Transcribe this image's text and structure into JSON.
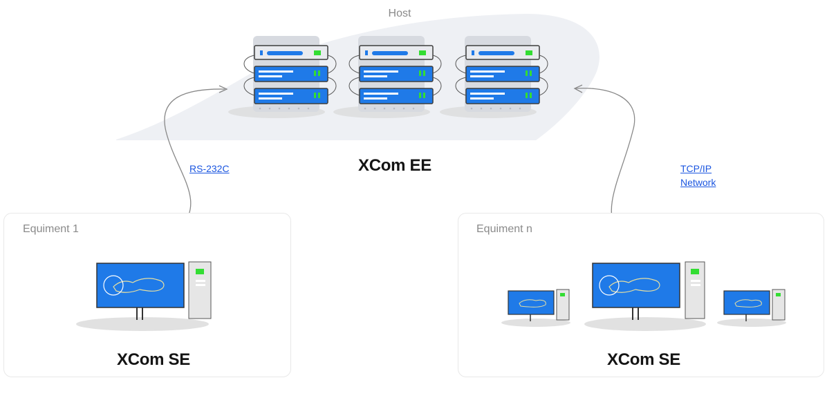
{
  "host": {
    "label": "Host",
    "title": "XCom EE"
  },
  "links": {
    "serial": "RS-232C",
    "network_line1": "TCP/IP",
    "network_line2": "Network"
  },
  "equipment": [
    {
      "label": "Equiment 1",
      "title": "XCom SE"
    },
    {
      "label": "Equiment n",
      "title": "XCom SE"
    }
  ],
  "colors": {
    "accent_blue": "#1f7ae8",
    "led_green": "#33dd33",
    "host_shape": "#eef0f4",
    "arrow": "#888888",
    "link_blue": "#1a55e0"
  }
}
